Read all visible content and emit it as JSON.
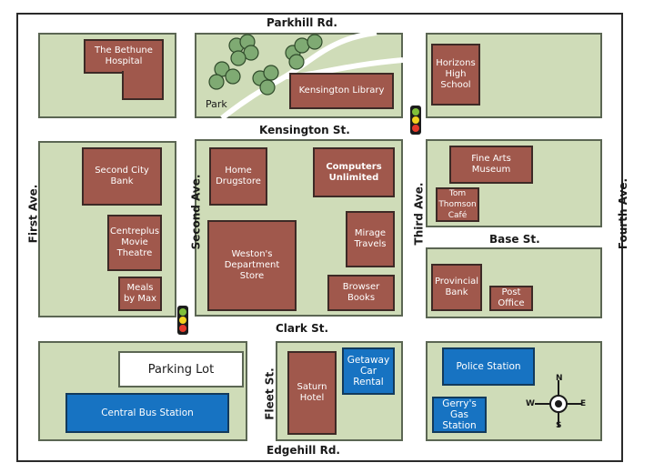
{
  "colors": {
    "block": "#cfdcb8",
    "building": "#a0584c",
    "blue_building": "#1773c2",
    "outline": "#2a2a2a"
  },
  "streets": {
    "parkhill": "Parkhill Rd.",
    "kensington": "Kensington St.",
    "base": "Base St.",
    "clark": "Clark St.",
    "edgehill": "Edgehill Rd.",
    "first": "First Ave.",
    "second": "Second Ave.",
    "third": "Third Ave.",
    "fourth": "Fourth Ave.",
    "fleet": "Fleet St."
  },
  "buildings": {
    "bethune": "The Bethune Hospital",
    "library": "Kensington Library",
    "horizons": "Horizons High School",
    "second_city_bank": "Second City Bank",
    "home_drugstore": "Home Drugstore",
    "computers": "Computers Unlimited",
    "fine_arts": "Fine Arts Museum",
    "tom_thomson": "Tom Thomson Café",
    "centreplus": "Centreplus Movie Theatre",
    "westons": "Weston's Department Store",
    "mirage": "Mirage Travels",
    "meals": "Meals by Max",
    "browser": "Browser Books",
    "provincial": "Provincial Bank",
    "post_office": "Post Office",
    "parking": "Parking Lot",
    "bus_station": "Central Bus Station",
    "saturn": "Saturn Hotel",
    "getaway": "Getaway Car Rental",
    "police": "Police Station",
    "gerrys": "Gerry's Gas Station"
  },
  "park": "Park",
  "compass": {
    "n": "N",
    "s": "S",
    "e": "E",
    "w": "W",
    "icon": "compass-rose"
  },
  "traffic_light_icon": "traffic-light"
}
